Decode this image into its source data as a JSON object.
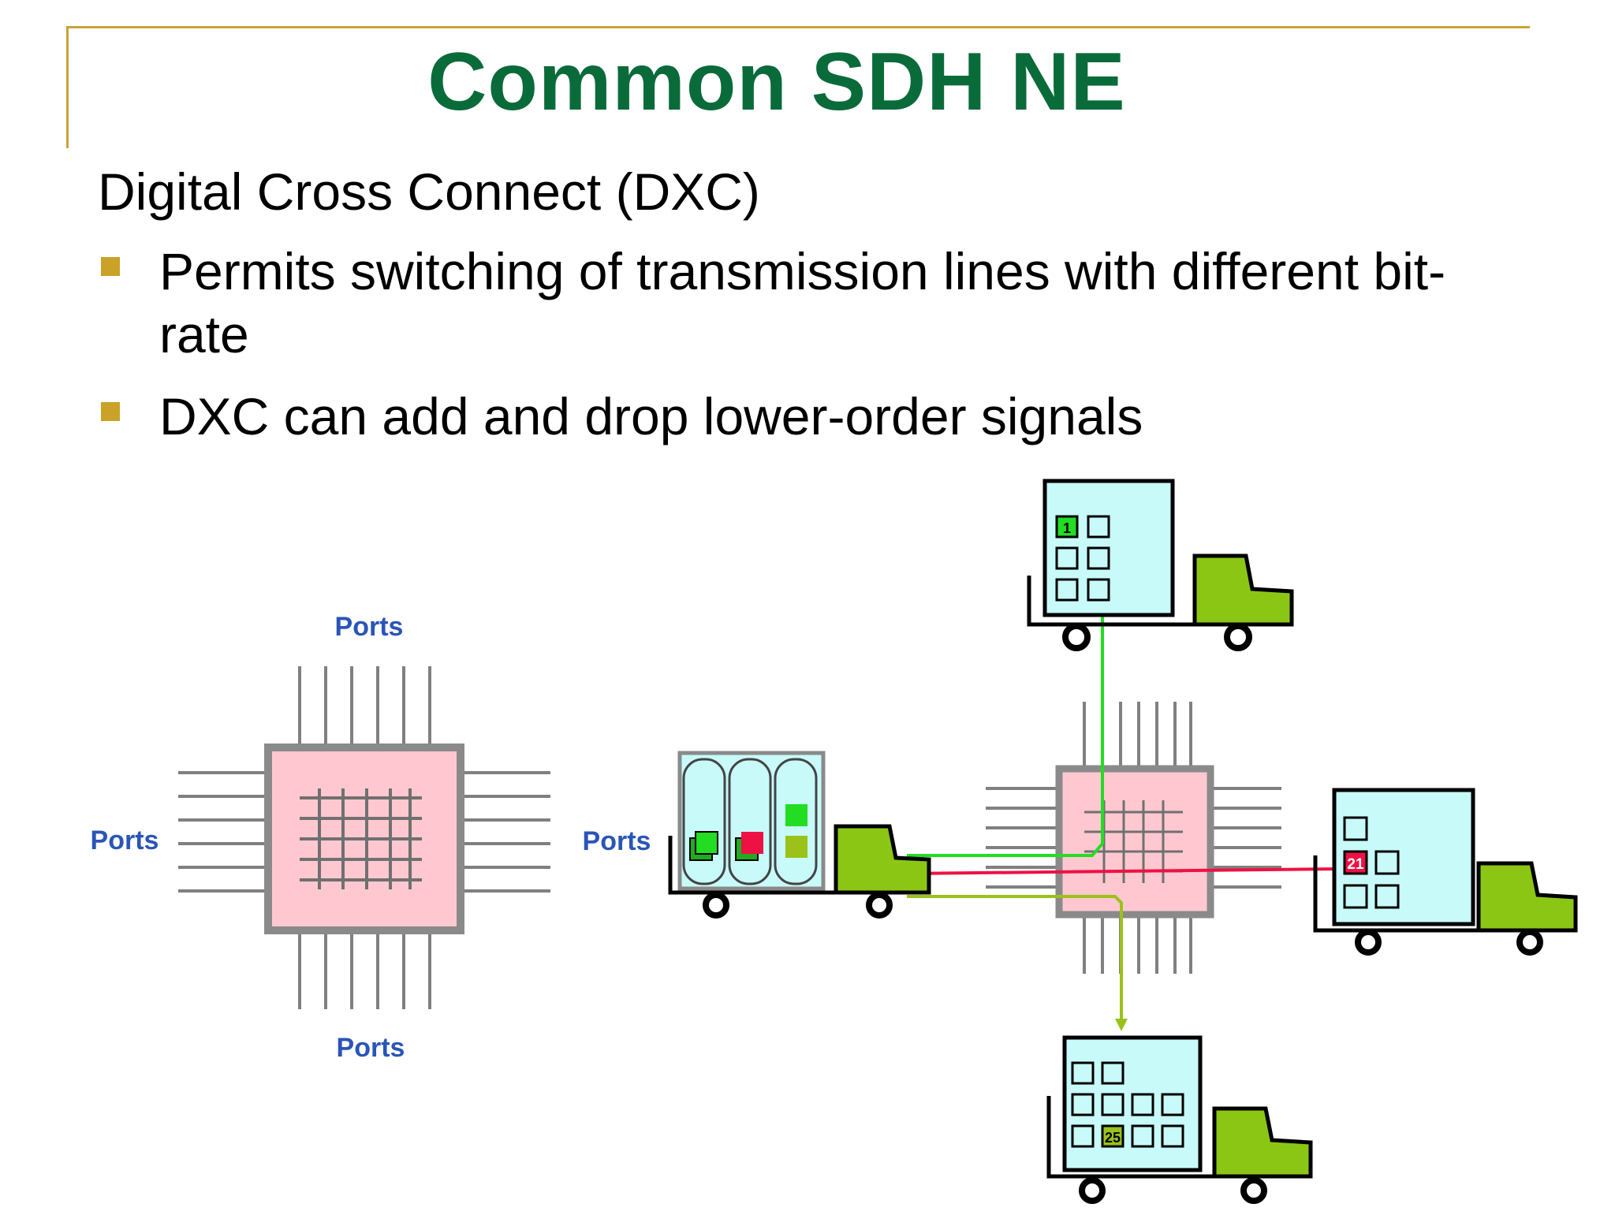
{
  "slide": {
    "title": "Common SDH NE",
    "subheading": "Digital Cross Connect (DXC)",
    "bullets": [
      "Permits switching of transmission lines with different bit-rate",
      "DXC can add and drop lower-order signals"
    ]
  },
  "diagram": {
    "port_labels": {
      "top": "Ports",
      "left": "Ports",
      "bottom": "Ports",
      "right": "Ports"
    },
    "truck_labels": {
      "top_slot": "1",
      "right_slot": "21",
      "bottom_slot": "25"
    },
    "colors": {
      "accent_gold": "#c9a227",
      "title_green": "#0a6b3a",
      "port_label_blue": "#2a55b8",
      "chip_fill": "#ffc8d0",
      "chip_border": "#8a8a8a",
      "cargo_fill": "#c8fafa",
      "truck_cab": "#8cc614",
      "signal_green": "#22dd22",
      "signal_red": "#ee1144",
      "signal_olive": "#9ac21a"
    },
    "icons": {
      "bullet": "square-bullet-icon",
      "chip": "cross-connect-chip-icon",
      "truck": "truck-icon"
    }
  }
}
